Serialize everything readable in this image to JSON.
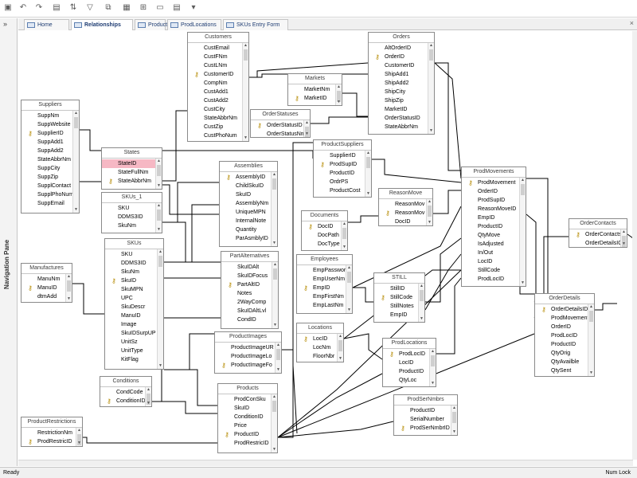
{
  "toolbar": {
    "icons": [
      "save-icon",
      "undo-icon",
      "redo-icon",
      "customize-icon",
      "sort-icon",
      "filter-icon",
      "relationship-icon",
      "table-icon",
      "query-icon",
      "form-icon",
      "report-icon",
      "dropdown-icon"
    ]
  },
  "nav": {
    "label": "Navigation Pane",
    "toggle": "»"
  },
  "tabs": [
    {
      "label": "Home Page",
      "active": false
    },
    {
      "label": "Relationships",
      "active": true
    },
    {
      "label": "Products",
      "active": false
    },
    {
      "label": "ProdLocations",
      "active": false
    },
    {
      "label": "SKUs Entry Form",
      "active": false
    }
  ],
  "tab_close": "×",
  "status": {
    "left": "Ready",
    "right": "Num Lock"
  },
  "tables": [
    {
      "name": "Customers",
      "fields": [
        {
          "n": "CustEmail"
        },
        {
          "n": "CustFNm"
        },
        {
          "n": "CustLNm"
        },
        {
          "n": "CustomerID",
          "pk": true
        },
        {
          "n": "CompNm"
        },
        {
          "n": "CustAdd1"
        },
        {
          "n": "CustAdd2"
        },
        {
          "n": "CustCity"
        },
        {
          "n": "StateAbbrNm"
        },
        {
          "n": "CustZip"
        },
        {
          "n": "CustPhoNum"
        }
      ]
    },
    {
      "name": "Orders",
      "fields": [
        {
          "n": "AltOrderID"
        },
        {
          "n": "OrderID",
          "pk": true
        },
        {
          "n": "CustomerID"
        },
        {
          "n": "ShipAdd1"
        },
        {
          "n": "ShipAdd2"
        },
        {
          "n": "ShipCity"
        },
        {
          "n": "ShipZip"
        },
        {
          "n": "MarketID"
        },
        {
          "n": "OrderStatusID"
        },
        {
          "n": "StateAbbrNm"
        }
      ]
    },
    {
      "name": "Markets",
      "fields": [
        {
          "n": "MarketNm"
        },
        {
          "n": "MarketID",
          "pk": true
        }
      ]
    },
    {
      "name": "OrderStatuses",
      "fields": [
        {
          "n": "OrderStatusID",
          "pk": true
        },
        {
          "n": "OrderStatusNm"
        }
      ]
    },
    {
      "name": "Suppliers",
      "fields": [
        {
          "n": "SuppNm"
        },
        {
          "n": "SuppWebsite"
        },
        {
          "n": "SupplierID",
          "pk": true
        },
        {
          "n": "SuppAdd1"
        },
        {
          "n": "SuppAdd2"
        },
        {
          "n": "StateAbbrNm"
        },
        {
          "n": "SuppCity"
        },
        {
          "n": "SuppZip"
        },
        {
          "n": "SupplContact"
        },
        {
          "n": "SupplPhoNum"
        },
        {
          "n": "SuppEmail"
        }
      ]
    },
    {
      "name": "States",
      "fields": [
        {
          "n": "StateID",
          "sel": true
        },
        {
          "n": "StateFullNm"
        },
        {
          "n": "StateAbbrNm",
          "pk": true
        }
      ]
    },
    {
      "name": "SKUs_1",
      "fields": [
        {
          "n": "SKU"
        },
        {
          "n": "DDMS3ID"
        },
        {
          "n": "SkuNm"
        }
      ]
    },
    {
      "name": "SKUs",
      "fields": [
        {
          "n": "SKU"
        },
        {
          "n": "DDMS3ID"
        },
        {
          "n": "SkuNm"
        },
        {
          "n": "SkuID",
          "pk": true
        },
        {
          "n": "SkuMPN"
        },
        {
          "n": "UPC"
        },
        {
          "n": "SkuDescr"
        },
        {
          "n": "ManuID"
        },
        {
          "n": "Image"
        },
        {
          "n": "SkuIDSurpUP"
        },
        {
          "n": "UnitSz"
        },
        {
          "n": "UnitType"
        },
        {
          "n": "KitFlag"
        }
      ]
    },
    {
      "name": "Assemblies",
      "fields": [
        {
          "n": "AssemblyID",
          "pk": true
        },
        {
          "n": "ChildSkuID"
        },
        {
          "n": "SkuID"
        },
        {
          "n": "AssemblyNm"
        },
        {
          "n": "UniqueMPN"
        },
        {
          "n": "InternalNote"
        },
        {
          "n": "Quantity"
        },
        {
          "n": "ParAsmblyID"
        }
      ]
    },
    {
      "name": "ProductSuppliers",
      "fields": [
        {
          "n": "SupplierID"
        },
        {
          "n": "ProdSupID",
          "pk": true
        },
        {
          "n": "ProductID"
        },
        {
          "n": "OrdrPS"
        },
        {
          "n": "ProductCost"
        }
      ]
    },
    {
      "name": "ReasonMove",
      "fields": [
        {
          "n": "ReasonMov"
        },
        {
          "n": "ReasonMov",
          "pk": true
        },
        {
          "n": "DocID"
        }
      ]
    },
    {
      "name": "Documents",
      "fields": [
        {
          "n": "DocID",
          "pk": true
        },
        {
          "n": "DocPath"
        },
        {
          "n": "DocType"
        }
      ]
    },
    {
      "name": "ProdMovements",
      "fields": [
        {
          "n": "ProdMovement",
          "pk": true
        },
        {
          "n": "OrderID"
        },
        {
          "n": "ProdSupID"
        },
        {
          "n": "ReasonMoveID"
        },
        {
          "n": "EmpID"
        },
        {
          "n": "ProductID"
        },
        {
          "n": "QtyMove"
        },
        {
          "n": "IsAdjusted"
        },
        {
          "n": "In/Out"
        },
        {
          "n": "LocID"
        },
        {
          "n": "StillCode"
        },
        {
          "n": "ProdLocID"
        }
      ]
    },
    {
      "name": "OrderContacts",
      "fields": [
        {
          "n": "OrderContacts",
          "pk": true
        },
        {
          "n": "OrderDetailsIC"
        }
      ]
    },
    {
      "name": "Manufactures",
      "fields": [
        {
          "n": "ManuNm"
        },
        {
          "n": "ManuID",
          "pk": true
        },
        {
          "n": "dtmAdd"
        }
      ]
    },
    {
      "name": "PartAlternatives",
      "fields": [
        {
          "n": "SkuIDAlt"
        },
        {
          "n": "SkuIDFocus"
        },
        {
          "n": "PartAltID",
          "pk": true
        },
        {
          "n": "Notes"
        },
        {
          "n": "2WayComp"
        },
        {
          "n": "SkuIDAltLvl"
        },
        {
          "n": "CondID"
        }
      ]
    },
    {
      "name": "Employees",
      "fields": [
        {
          "n": "EmpPasswor"
        },
        {
          "n": "EmpUserNm"
        },
        {
          "n": "EmpID",
          "pk": true
        },
        {
          "n": "EmpFirstNm"
        },
        {
          "n": "EmpLastNm"
        }
      ]
    },
    {
      "name": "STILL",
      "fields": [
        {
          "n": "StillID"
        },
        {
          "n": "StillCode",
          "pk": true
        },
        {
          "n": "StillNotes"
        },
        {
          "n": "EmpID"
        }
      ]
    },
    {
      "name": "OrderDetails",
      "fields": [
        {
          "n": "OrderDetailsID",
          "pk": true
        },
        {
          "n": "ProdMovementID"
        },
        {
          "n": "OrderID"
        },
        {
          "n": "ProdLocID"
        },
        {
          "n": "ProductID"
        },
        {
          "n": "QtyOrig"
        },
        {
          "n": "QtyAvailble"
        },
        {
          "n": "QtySent"
        }
      ]
    },
    {
      "name": "Locations",
      "fields": [
        {
          "n": "LocID",
          "pk": true
        },
        {
          "n": "LocNm"
        },
        {
          "n": "FloorNbr"
        }
      ]
    },
    {
      "name": "ProductImages",
      "fields": [
        {
          "n": "ProductImageUR"
        },
        {
          "n": "ProductImageLo"
        },
        {
          "n": "ProductImageFo",
          "pk": true
        }
      ]
    },
    {
      "name": "ProdLocations",
      "fields": [
        {
          "n": "ProdLocID",
          "pk": true
        },
        {
          "n": "LocID"
        },
        {
          "n": "ProductID"
        },
        {
          "n": "QtyLoc"
        }
      ]
    },
    {
      "name": "Conditions",
      "fields": [
        {
          "n": "CondCode"
        },
        {
          "n": "ConditionID",
          "pk": true
        }
      ]
    },
    {
      "name": "Products",
      "fields": [
        {
          "n": "ProdConSku"
        },
        {
          "n": "SkuID"
        },
        {
          "n": "ConditionID"
        },
        {
          "n": "Price"
        },
        {
          "n": "ProductID",
          "pk": true
        },
        {
          "n": "ProdRestricID"
        }
      ]
    },
    {
      "name": "ProdSerNmbrs",
      "fields": [
        {
          "n": "ProductID"
        },
        {
          "n": "SerialNumber"
        },
        {
          "n": "ProdSerNmbrID",
          "pk": true
        }
      ]
    },
    {
      "name": "ProductRestrictions",
      "fields": [
        {
          "n": "RestrictionNm"
        },
        {
          "n": "ProdRestricID",
          "pk": true
        }
      ]
    }
  ]
}
